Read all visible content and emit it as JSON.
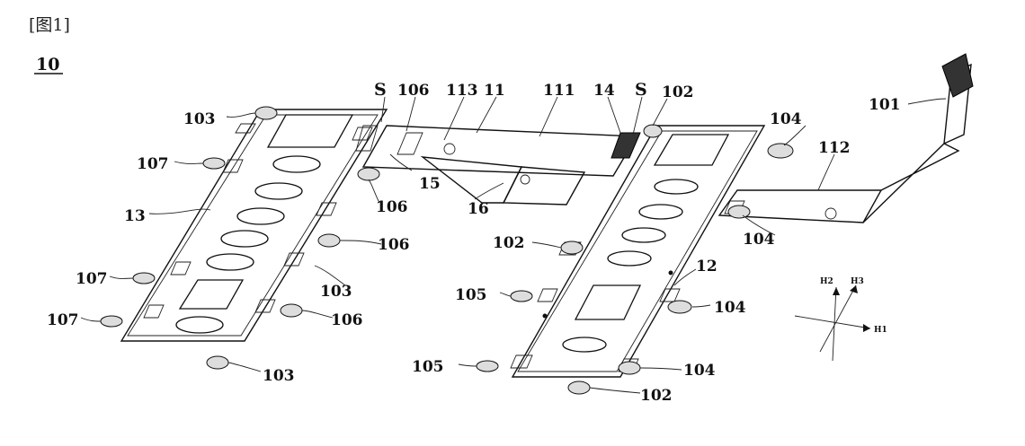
{
  "figure_caption": "[图1]",
  "assembly_label": "10",
  "labels": {
    "s_left": "S",
    "l106_top": "106",
    "l113": "113",
    "l11": "11",
    "l111": "111",
    "l14": "14",
    "s_right": "S",
    "l102_top": "102",
    "l101": "101",
    "l103_top": "103",
    "l104_top": "104",
    "l107_a": "107",
    "l112": "112",
    "l15": "15",
    "l106_b": "106",
    "l16": "16",
    "l13": "13",
    "l102_mid": "102",
    "l106_c": "106",
    "l104_mid": "104",
    "l107_b": "107",
    "l12": "12",
    "l103_mid": "103",
    "l105_a": "105",
    "l104_c": "104",
    "l107_c": "107",
    "l106_d": "106",
    "l105_b": "105",
    "l104_d": "104",
    "l103_bot": "103",
    "l102_bot": "102"
  },
  "axes": {
    "d1": "H1",
    "d2": "H2",
    "d3": "H3"
  }
}
